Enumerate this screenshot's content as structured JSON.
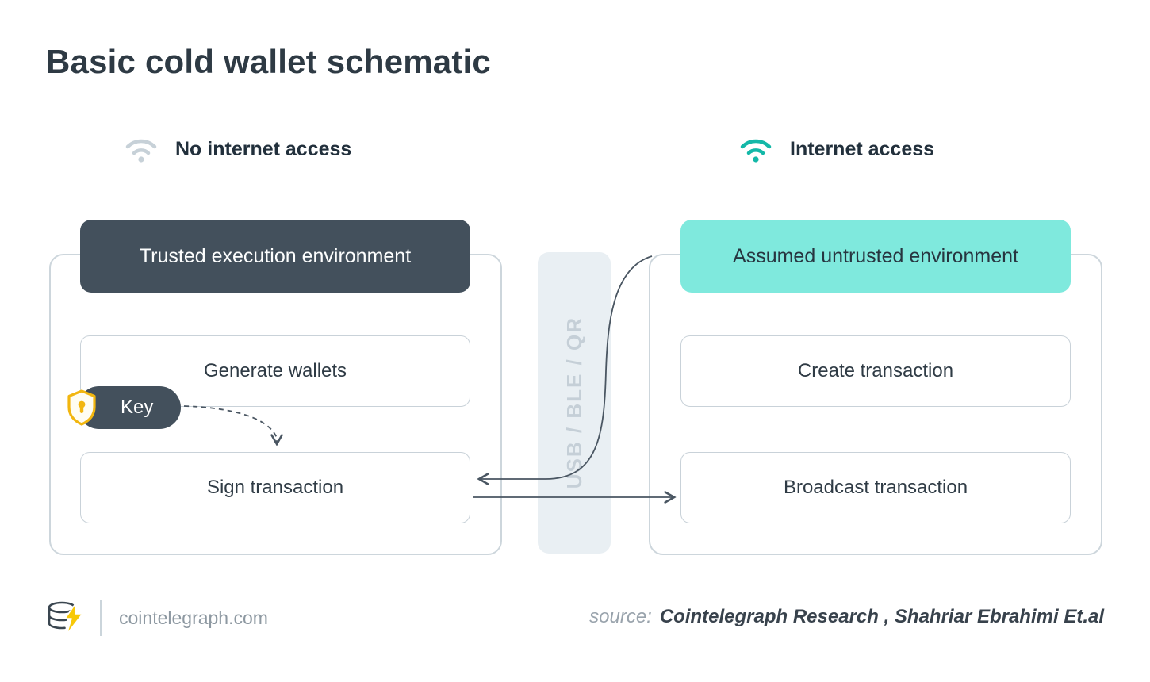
{
  "title": "Basic cold wallet schematic",
  "legend": {
    "no_internet": "No internet access",
    "internet": "Internet access"
  },
  "panels": {
    "left": {
      "header": "Trusted execution environment",
      "boxes": [
        "Generate wallets",
        "Sign transaction"
      ],
      "key_label": "Key"
    },
    "middle": {
      "label": "USB / BLE / QR"
    },
    "right": {
      "header": "Assumed untrusted environment",
      "boxes": [
        "Create transaction",
        "Broadcast transaction"
      ]
    }
  },
  "footer": {
    "site": "cointelegraph.com",
    "source_label": "source:",
    "source_value": "Cointelegraph Research , Shahriar Ebrahimi Et.al"
  },
  "colors": {
    "dark_panel": "#43505C",
    "teal_panel": "#7FE9DD",
    "teal_icon": "#14B8A8",
    "gray_icon": "#C7D1D8",
    "container_border": "#CDD6DC",
    "band_background": "#E9EFF3",
    "arrow": "#4A5662",
    "shield_gold": "#F2B60F",
    "title_text": "#2E3A44"
  }
}
